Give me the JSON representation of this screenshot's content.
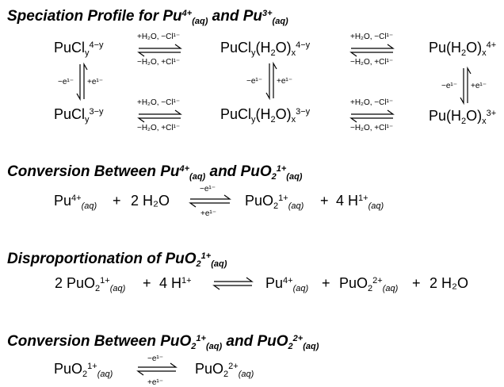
{
  "headings": {
    "speciation": {
      "prefix": "Speciation Profile for Pu",
      "sup1": "4+",
      "sub1": "(aq)",
      "mid": " and Pu",
      "sup2": "3+",
      "sub2": "(aq)"
    },
    "conversion": {
      "prefix": "Conversion Between Pu",
      "sup1": "4+",
      "sub1": "(aq)",
      "mid": " and PuO",
      "sub2": "2",
      "sup2": "1+",
      "sub3": "(aq)"
    },
    "disproportionation": {
      "prefix": "Disproportionation of PuO",
      "sub1": "2",
      "sup1": "1+",
      "sub2": "(aq)"
    },
    "conversion2": {
      "prefix": "Conversion Between PuO",
      "sub1": "2",
      "sup1": "1+",
      "sub2": "(aq)",
      "mid": " and PuO",
      "sub3": "2",
      "sup2": "2+",
      "sub4": "(aq)"
    }
  },
  "speciation": {
    "top": {
      "s1": {
        "base": "PuCl",
        "sub": "y",
        "sup": "4−y"
      },
      "s2": {
        "base": "PuCl",
        "sub1": "y",
        "mid": "(H",
        "sub2": "2",
        "mid2": "O)",
        "sub3": "x",
        "sup": "4−y"
      },
      "s3": {
        "base": "Pu(H",
        "sub1": "2",
        "mid": "O)",
        "sub2": "x",
        "sup": "4+"
      }
    },
    "bottom": {
      "s1": {
        "base": "PuCl",
        "sub": "y",
        "sup": "3−y"
      },
      "s2": {
        "base": "PuCl",
        "sub1": "y",
        "mid": "(H",
        "sub2": "2",
        "mid2": "O)",
        "sub3": "x",
        "sup": "3−y"
      },
      "s3": {
        "base": "Pu(H",
        "sub1": "2",
        "mid": "O)",
        "sub2": "x",
        "sup": "3+"
      }
    },
    "eq_top": "+H₂O, −Cl¹⁻",
    "eq_bottom": "−H₂O, +Cl¹⁻",
    "redox_left": "−e¹⁻",
    "redox_right": "+e¹⁻"
  },
  "conversion": {
    "r1": {
      "base": "Pu",
      "sup": "4+",
      "sub": "(aq)"
    },
    "plus1": "+",
    "r2": "2 H₂O",
    "arrow_top": "−e¹⁻",
    "arrow_bottom": "+e¹⁻",
    "p1": {
      "base": "PuO",
      "sub": "2",
      "sup": "1+",
      "sub2": "(aq)"
    },
    "plus2": "+",
    "p2": {
      "base": "4 H",
      "sup": "1+",
      "sub": "(aq)"
    }
  },
  "disproportionation": {
    "r1": {
      "base": "2 PuO",
      "sub": "2",
      "sup": "1+",
      "sub2": "(aq)"
    },
    "plus1": "+",
    "r2": {
      "base": "4 H",
      "sup": "1+"
    },
    "p1": {
      "base": "Pu",
      "sup": "4+",
      "sub": "(aq)"
    },
    "plus2": "+",
    "p2": {
      "base": "PuO",
      "sub": "2",
      "sup": "2+",
      "sub2": "(aq)"
    },
    "plus3": "+",
    "p3": "2 H₂O"
  },
  "conversion2": {
    "r1": {
      "base": "PuO",
      "sub": "2",
      "sup": "1+",
      "sub2": "(aq)"
    },
    "arrow_top": "−e¹⁻",
    "arrow_bottom": "+e¹⁻",
    "p1": {
      "base": "PuO",
      "sub": "2",
      "sup": "2+",
      "sub2": "(aq)"
    }
  }
}
